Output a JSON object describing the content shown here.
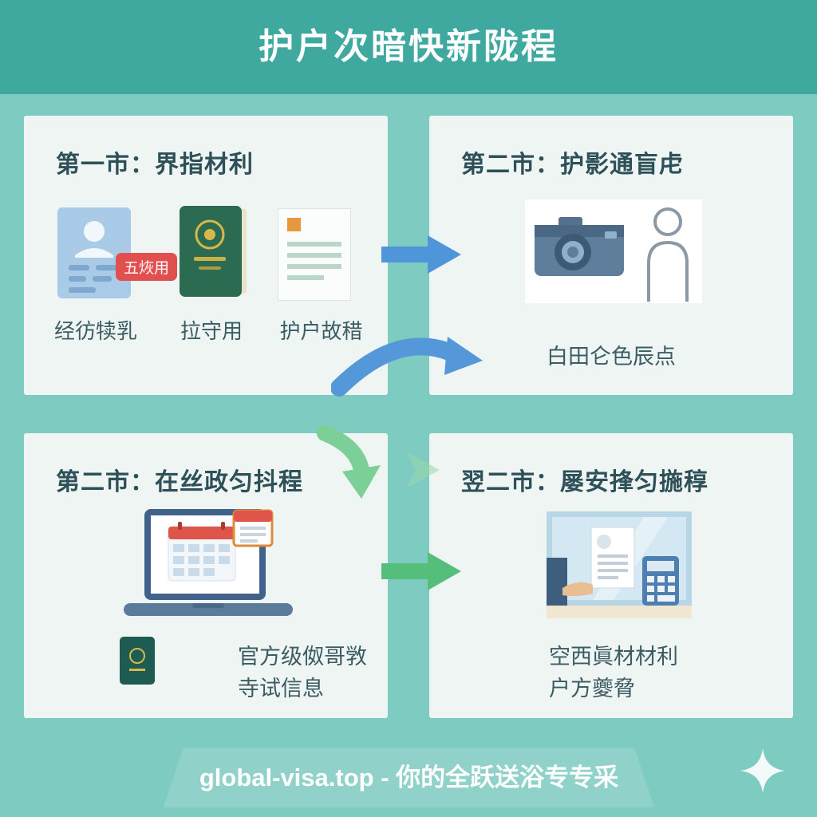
{
  "header": {
    "title": "护户次暗快新陇程"
  },
  "steps": {
    "step1": {
      "title": "第一市：界指材利",
      "badge": "五烣用",
      "items": [
        {
          "icon": "id-card-icon",
          "label": "经彷犊乳"
        },
        {
          "icon": "passport-icon",
          "label": "拉守用"
        },
        {
          "icon": "document-icon",
          "label": "护户故稓"
        }
      ]
    },
    "step2": {
      "title": "第二市：护影通盲虍",
      "icon": "camera-portrait-icon",
      "caption": "白田仑色辰点"
    },
    "step3": {
      "title": "第二市：在丝政匀抖程",
      "icon": "laptop-calendar-icon",
      "line1": "官方级伮哥敩",
      "line2": "寺试信息"
    },
    "step4": {
      "title": "翌二市：屡安捀匀揓稕",
      "icon": "service-counter-icon",
      "line1": "空西眞材材利",
      "line2": "户方夔脅"
    }
  },
  "footer": {
    "text": "global-visa.top - 你的全跃送浴专专采"
  },
  "colors": {
    "header_band": "#3FA9A0",
    "background": "#7ECBC2",
    "card": "#EEF5F3",
    "title_text": "#2E5059",
    "body_text": "#3C5C63",
    "arrow_blue": "#4E95D9",
    "arrow_green": "#56BE7B",
    "badge_red": "#E14F4F",
    "footer_band": "#90D2C9"
  }
}
